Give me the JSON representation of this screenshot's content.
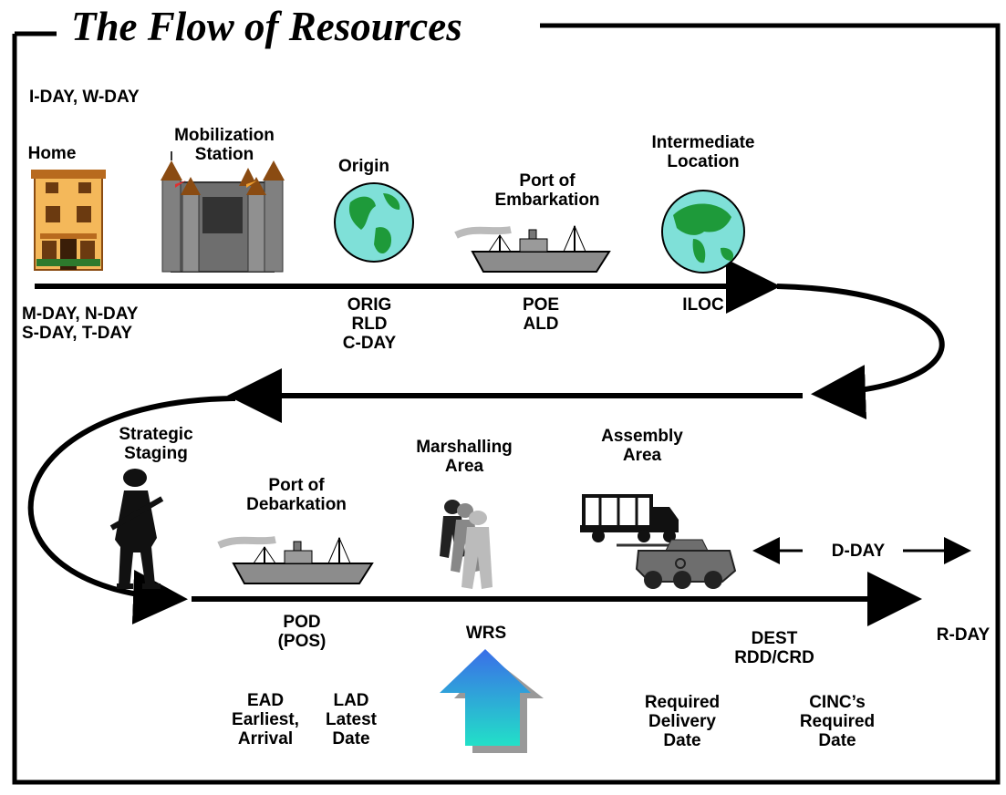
{
  "title": "The Flow of Resources",
  "top_row": {
    "iday": "I-DAY, W-DAY",
    "home": "Home",
    "mob_line1": "Mobilization",
    "mob_line2": "Station",
    "origin": "Origin",
    "poe_line1": "Port of",
    "poe_line2": "Embarkation",
    "iloc_line1": "Intermediate",
    "iloc_line2": "Location"
  },
  "top_codes": {
    "mday1": "M-DAY, N-DAY",
    "mday2": "S-DAY, T-DAY",
    "orig1": "ORIG",
    "orig2": "RLD",
    "orig3": "C-DAY",
    "poe1": "POE",
    "poe2": "ALD",
    "iloc": "ILOC"
  },
  "bottom_row": {
    "ss1": "Strategic",
    "ss2": "Staging",
    "pod1": "Port of",
    "pod2": "Debarkation",
    "ma1": "Marshalling",
    "ma2": "Area",
    "aa1": "Assembly",
    "aa2": "Area",
    "dday": "D-DAY"
  },
  "bottom_codes": {
    "pod1": "POD",
    "pod2": "(POS)",
    "wrs": "WRS",
    "dest1": "DEST",
    "dest2": "RDD/CRD",
    "rday": "R-DAY"
  },
  "definitions": {
    "ead1": "EAD",
    "ead2": "Earliest,",
    "ead3": "Arrival",
    "lad1": "LAD",
    "lad2": "Latest",
    "lad3": "Date",
    "rdd1": "Required",
    "rdd2": "Delivery",
    "rdd3": "Date",
    "cinc1": "CINC’s",
    "cinc2": "Required",
    "cinc3": "Date"
  },
  "icons": [
    "house-icon",
    "castle-icon",
    "globe-icon",
    "ship-icon",
    "soldier-icon",
    "troops-icon",
    "truck-icon",
    "armored-vehicle-icon",
    "up-arrow-icon"
  ],
  "colors": {
    "globe_water": "#7fe0d8",
    "land": "#1e9a3a",
    "arrow_top": "#3a6ee8",
    "arrow_bottom": "#22e0c8",
    "ship": "#8c8c8c",
    "castle": "#6e6e6e",
    "house": "#f4b85a"
  }
}
